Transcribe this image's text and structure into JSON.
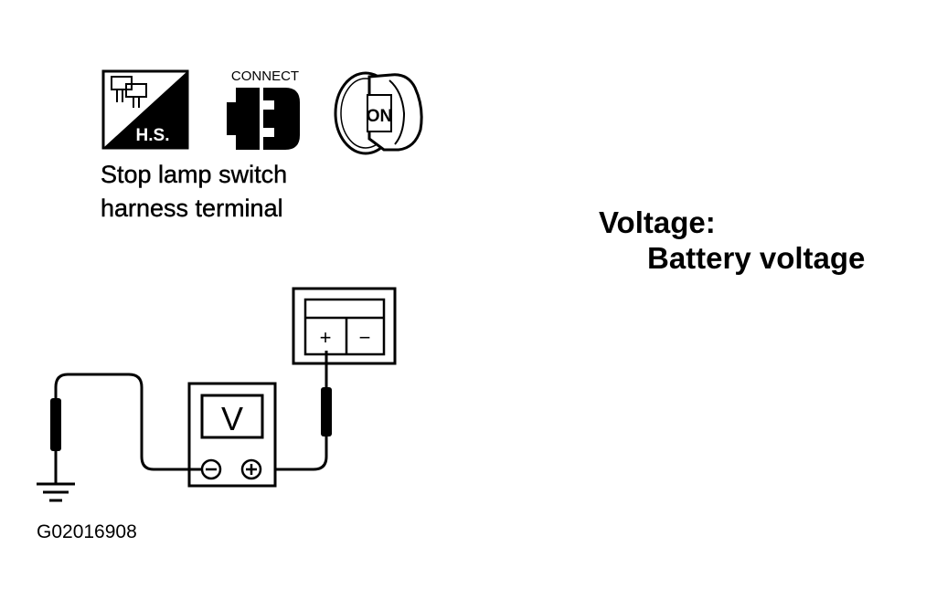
{
  "icons": {
    "harness_side_label": "H.S.",
    "connect_label": "CONNECT",
    "ignition_key_label": "ON"
  },
  "caption": {
    "line1": "Stop lamp switch",
    "line2": "harness terminal"
  },
  "spec": {
    "label": "Voltage:",
    "value": "Battery voltage"
  },
  "connector": {
    "plus_label": "+",
    "minus_label": "−"
  },
  "voltmeter": {
    "display_label": "V"
  },
  "figure_id": "G02016908"
}
